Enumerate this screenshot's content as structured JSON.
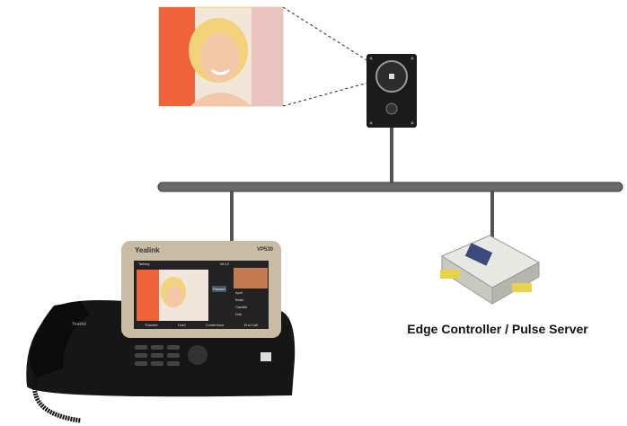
{
  "controller_label": "Edge Controller / Pulse Server",
  "phone": {
    "brand": "Yealink",
    "model": "VP530",
    "status": "Talking",
    "time": "08:12",
    "softkeys": [
      "Transfer",
      "Hold",
      "Conference",
      "End Call"
    ],
    "contacts": [
      "April",
      "Brian",
      "Camille",
      "Dirk"
    ],
    "side_button": "Paused"
  }
}
